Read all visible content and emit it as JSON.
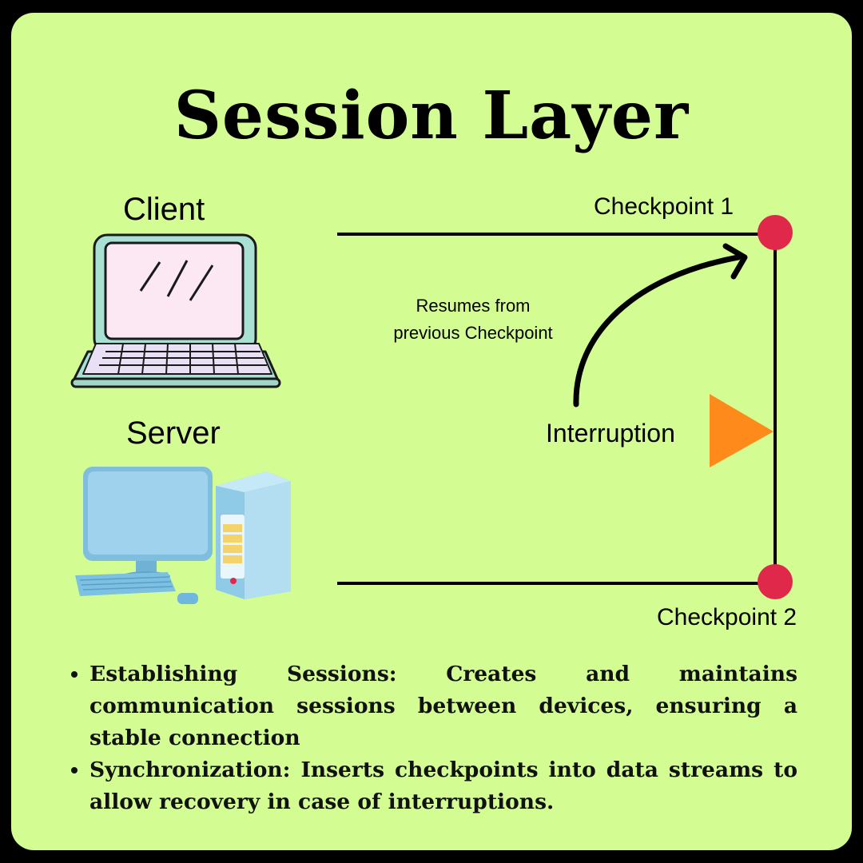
{
  "title": "Session Layer",
  "client_label": "Client",
  "server_label": "Server",
  "checkpoint1_label": "Checkpoint 1",
  "checkpoint2_label": "Checkpoint 2",
  "interruption_label": "Interruption",
  "resume_line1": "Resumes from",
  "resume_line2": "previous Checkpoint",
  "bullets": [
    "Establishing Sessions: Creates and maintains communication sessions between devices, ensuring a stable connection",
    "Synchronization: Inserts checkpoints into data streams to allow recovery in case of interruptions."
  ],
  "colors": {
    "background": "#d3fd93",
    "checkpoint": "#e0294a",
    "interruption_marker": "#fe8a1c",
    "laptop_body": "#a9e0d4",
    "laptop_screen": "#fbe8f3",
    "monitor": "#7fbedf",
    "tower": "#a3d7ec",
    "tower_slots": "#f4d36b"
  },
  "icons": [
    "laptop-icon",
    "desktop-computer-icon",
    "checkpoint-dot",
    "interruption-triangle-icon",
    "curved-arrow"
  ]
}
